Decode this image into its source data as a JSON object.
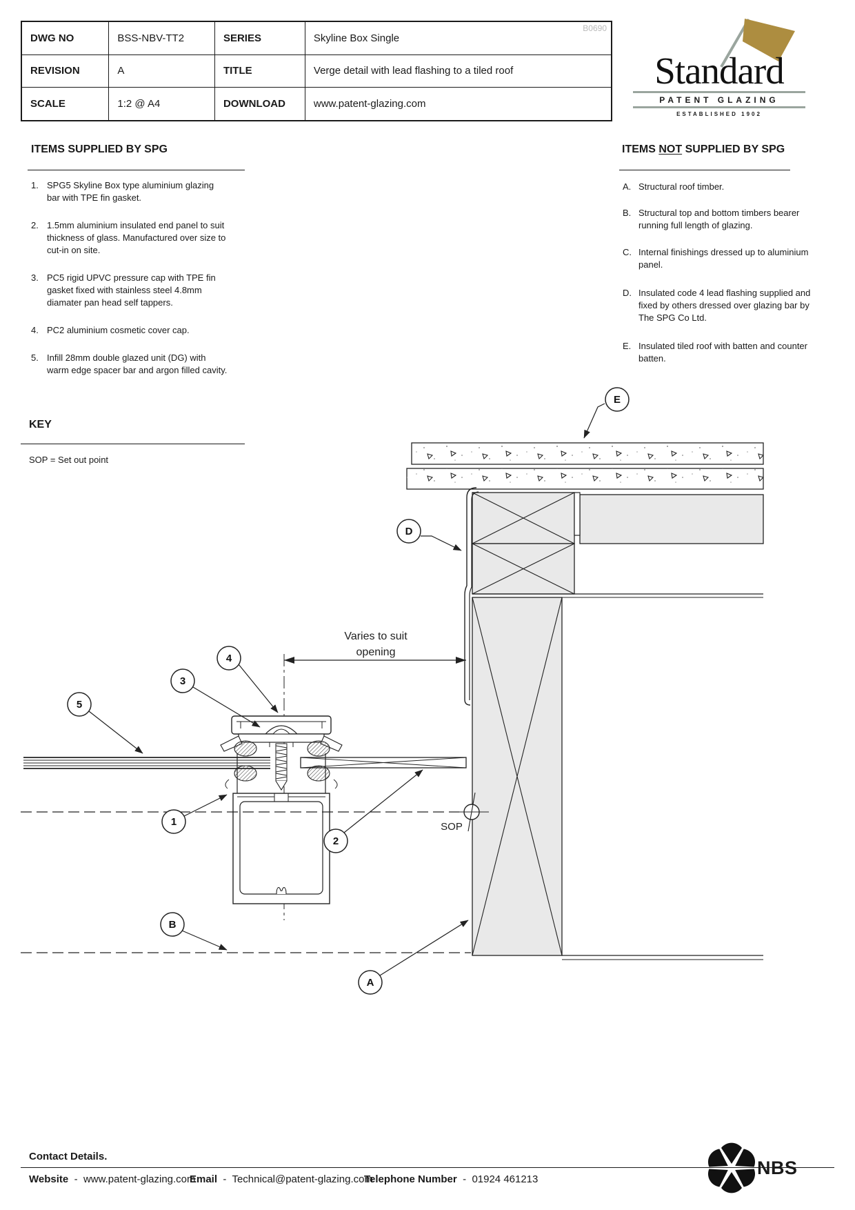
{
  "header_table": {
    "rows": [
      [
        "DWG NO",
        "BSS-NBV-TT2",
        "SERIES",
        "Skyline Box Single"
      ],
      [
        "REVISION",
        "A",
        "TITLE",
        "Verge detail with lead flashing to a tiled roof"
      ],
      [
        "SCALE",
        "1:2 @ A4",
        "DOWNLOAD",
        "www.patent-glazing.com"
      ]
    ],
    "watermark": "B0690"
  },
  "logo": {
    "name": "Standard",
    "subtitle": "PATENT GLAZING",
    "established": "ESTABLISHED 1902",
    "flag_color": "#ad8d40",
    "line_color": "#9aa59e"
  },
  "items_supplied": {
    "heading": "ITEMS SUPPLIED BY SPG",
    "items": [
      {
        "num": "1.",
        "text": "SPG5 Skyline Box type aluminium glazing\nbar with TPE fin gasket."
      },
      {
        "num": "2.",
        "text": "1.5mm aluminium insulated end panel to suit\nthickness of glass. Manufactured over size to\ncut-in on site."
      },
      {
        "num": "3.",
        "text": "PC5 rigid UPVC pressure cap with TPE fin\ngasket fixed with stainless steel 4.8mm\ndiamater pan head self tappers."
      },
      {
        "num": "4.",
        "text": "PC2 aluminium cosmetic cover cap."
      },
      {
        "num": "5.",
        "text": "Infill 28mm double glazed unit (DG) with\nwarm edge spacer bar and argon filled cavity."
      }
    ]
  },
  "items_not_supplied": {
    "heading_pre": "ITEMS ",
    "heading_not": "NOT",
    "heading_post": " SUPPLIED BY SPG",
    "items": [
      {
        "num": "A.",
        "text": "Structural roof timber."
      },
      {
        "num": "B.",
        "text": "Structural top and bottom timbers bearer\nrunning full length of glazing."
      },
      {
        "num": "C.",
        "text": "Internal finishings dressed up to aluminium\npanel."
      },
      {
        "num": "D.",
        "text": "Insulated code 4 lead flashing supplied and\nfixed by others dressed over glazing bar by\nThe SPG Co Ltd."
      },
      {
        "num": "E.",
        "text": "Insulated tiled roof with batten and counter\nbatten."
      }
    ]
  },
  "key": {
    "heading": "KEY",
    "entry": "SOP = Set out point"
  },
  "drawing": {
    "balloons": {
      "e": "E",
      "d": "D",
      "a": "A",
      "b": "B",
      "n1": "1",
      "n2": "2",
      "n3": "3",
      "n4": "4",
      "n5": "5"
    },
    "dim_line1": "Varies to suit",
    "dim_line2": "opening",
    "sop": "SOP",
    "timber_fill": "#e9e9e9"
  },
  "footer": {
    "heading": "Contact Details.",
    "website_label": "Website",
    "sep": "-",
    "website": "www.patent-glazing.com",
    "email_label": "Email",
    "email": "Technical@patent-glazing.com",
    "phone_label": "Telephone Number",
    "phone": "01924 461213",
    "nbs": "NBS"
  }
}
